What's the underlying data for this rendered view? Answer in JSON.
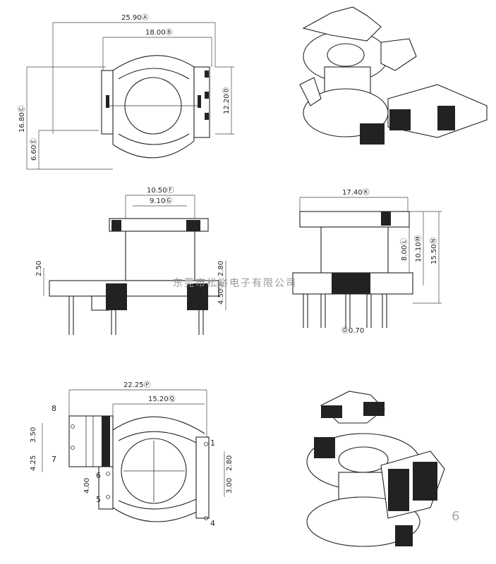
{
  "page_number": "6",
  "watermark": "东莞市松裕电子有限公司",
  "dimensions": {
    "top_overall_width": "25.90Ⓐ",
    "top_core_width": "18.00Ⓑ",
    "top_height": "16.80Ⓒ",
    "top_slot_height": "12.20Ⓓ",
    "top_lower_height": "6.60Ⓔ",
    "front_outer_width": "10.50Ⓕ",
    "front_inner_width": "9.10Ⓖ",
    "front_flange": "2.50",
    "front_step": "2.80",
    "front_pin_depth": "4.50Ⓙ",
    "side_width": "17.40Ⓚ",
    "side_core_height": "8.00Ⓛ",
    "side_mid_height": "10.10Ⓜ",
    "side_total_height": "15.50Ⓝ",
    "pin_diameter": "Ⓞ0.70",
    "bottom_overall_width": "22.25Ⓟ",
    "bottom_pin_span": "15.20Ⓠ",
    "bottom_left_pitch_a": "3.50",
    "bottom_left_pitch_b": "4.25",
    "bottom_right_pitch_a": "2.80",
    "bottom_right_pitch_b": "3.00",
    "bottom_left_offset": "4.00"
  },
  "pins": [
    "1",
    "4",
    "5",
    "6",
    "7",
    "8"
  ]
}
